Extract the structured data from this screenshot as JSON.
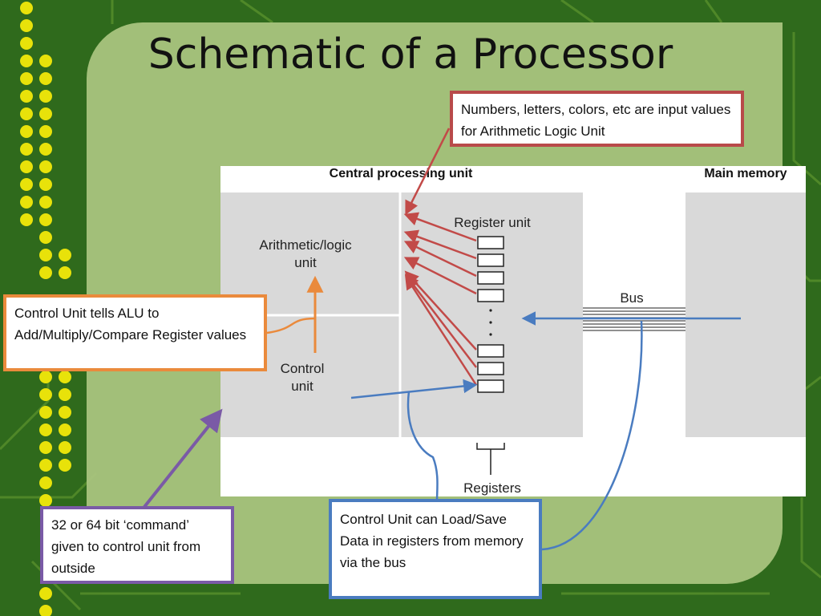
{
  "title": "Schematic of a Processor",
  "diagram": {
    "cpu_header": "Central processing unit",
    "memory_header": "Main memory",
    "alu_label_line1": "Arithmetic/logic",
    "alu_label_line2": "unit",
    "control_label_line1": "Control",
    "control_label_line2": "unit",
    "register_unit_label": "Register unit",
    "bus_label": "Bus",
    "registers_label": "Registers"
  },
  "callouts": {
    "alu_inputs": "Numbers, letters, colors, etc are input values for Arithmetic Logic Unit",
    "control_alu": "Control Unit tells ALU to Add/Multiply/Compare Register values",
    "command": "32 or 64 bit ‘command’ given to control unit from outside",
    "load_save": "Control Unit can Load/Save Data in registers from memory via the bus"
  },
  "colors": {
    "background": "#2f6a1c",
    "panel": "#a9c47e",
    "red_callout": "#b84a4a",
    "orange_callout": "#ea8a3c",
    "purple_callout": "#7a5aa6",
    "blue_callout": "#4a7cc0"
  }
}
